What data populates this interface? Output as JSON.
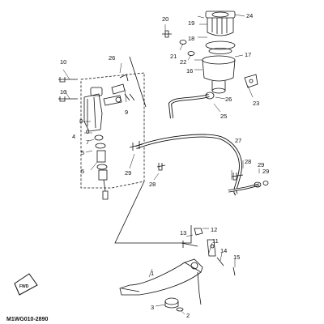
{
  "diagram": {
    "drawing_code": "M1WG010-2890",
    "front_badge": "FWD",
    "callouts": [
      {
        "id": "c1",
        "label": "1"
      },
      {
        "id": "c2",
        "label": "2"
      },
      {
        "id": "c3",
        "label": "3"
      },
      {
        "id": "c4",
        "label": "4"
      },
      {
        "id": "c5a",
        "label": "5"
      },
      {
        "id": "c5b",
        "label": "5"
      },
      {
        "id": "c6",
        "label": "6"
      },
      {
        "id": "c7",
        "label": "7"
      },
      {
        "id": "c8",
        "label": "8"
      },
      {
        "id": "c9",
        "label": "9"
      },
      {
        "id": "c10a",
        "label": "10"
      },
      {
        "id": "c10b",
        "label": "10"
      },
      {
        "id": "c11",
        "label": "11"
      },
      {
        "id": "c12",
        "label": "12"
      },
      {
        "id": "c13",
        "label": "13"
      },
      {
        "id": "c14",
        "label": "14"
      },
      {
        "id": "c15",
        "label": "15"
      },
      {
        "id": "c16",
        "label": "16"
      },
      {
        "id": "c17",
        "label": "17"
      },
      {
        "id": "c18",
        "label": "18"
      },
      {
        "id": "c19",
        "label": "19"
      },
      {
        "id": "c20",
        "label": "20"
      },
      {
        "id": "c21",
        "label": "21"
      },
      {
        "id": "c22",
        "label": "22"
      },
      {
        "id": "c23",
        "label": "23"
      },
      {
        "id": "c24",
        "label": "24"
      },
      {
        "id": "c25",
        "label": "25"
      },
      {
        "id": "c26a",
        "label": "26"
      },
      {
        "id": "c26b",
        "label": "26"
      },
      {
        "id": "c27",
        "label": "27"
      },
      {
        "id": "c28a",
        "label": "28"
      },
      {
        "id": "c28b",
        "label": "28"
      },
      {
        "id": "c29a",
        "label": "29"
      },
      {
        "id": "c29b",
        "label": "29"
      },
      {
        "id": "c29c",
        "label": "29"
      }
    ]
  }
}
